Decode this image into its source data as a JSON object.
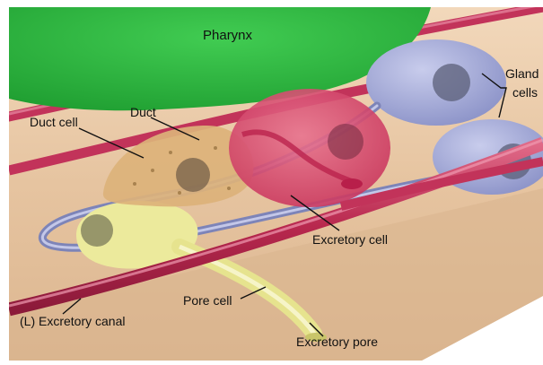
{
  "colors": {
    "background": "#e7c7a6",
    "pharynx": "#2db83f",
    "canal": "#c2335a",
    "gland": "#9aa1d2",
    "excretory_cell": "#dd4a72",
    "pore_cell": "#e8e89a",
    "duct_cell": "#d8b27c"
  },
  "labels": {
    "pharynx": "Pharynx",
    "duct_cell": "Duct cell",
    "duct": "Duct",
    "gland_line1": "Gland",
    "gland_line2": "cells",
    "excretory_cell": "Excretory cell",
    "pore_cell": "Pore cell",
    "excretory_canal": "(L) Excretory canal",
    "excretory_pore": "Excretory pore"
  }
}
